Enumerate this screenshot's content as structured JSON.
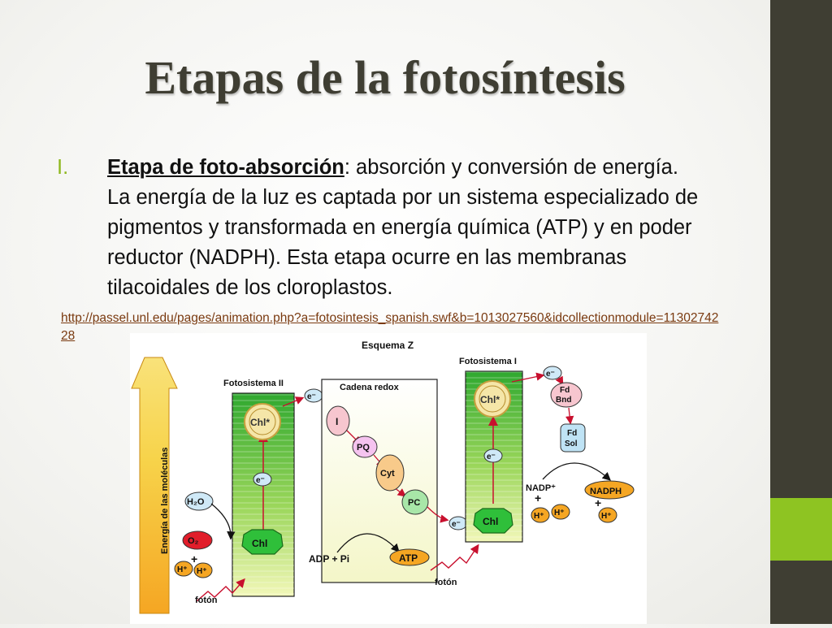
{
  "slide": {
    "title": "Etapas de la fotosíntesis",
    "bullet_number": "I.",
    "bullet_term": "Etapa de foto-absorción",
    "bullet_text": ": absorción y conversión de energía. La energía de la luz es captada por un sistema especializado de pigmentos y transformada en energía química (ATP) y en poder reductor (NADPH). Esta  etapa ocurre en las membranas tilacoidales de los cloroplastos.",
    "link": "http://passel.unl.edu/pages/animation.php?a=fotosintesis_spanish.swf&b=1013027560&idcollectionmodule=1130274228"
  },
  "diagram": {
    "title": "Esquema Z",
    "energy_axis": "Energía de las moléculas",
    "ps2_label": "Fotosistema II",
    "ps1_label": "Fotosistema I",
    "redox_label": "Cadena redox",
    "chl_star": "Chl*",
    "chl": "Chl",
    "electron": "e⁻",
    "carriers": [
      "I",
      "PQ",
      "Cyt",
      "PC"
    ],
    "fd_bnd": [
      "Fd",
      "Bnd"
    ],
    "fd_sol": [
      "Fd",
      "Sol"
    ],
    "h2o": "H₂O",
    "o2": "O₂",
    "plus": "+",
    "h_plus": "H⁺",
    "adp_pi": "ADP + Pi",
    "atp": "ATP",
    "nadp": "NADP⁺",
    "nadph": "NADPH",
    "photon": "fotón",
    "colors": {
      "sidebar": "#3f3e33",
      "accent": "#8ec422",
      "title": "#3f3e33",
      "bullet_number": "#8fb81e",
      "link": "#7a3a10"
    }
  }
}
